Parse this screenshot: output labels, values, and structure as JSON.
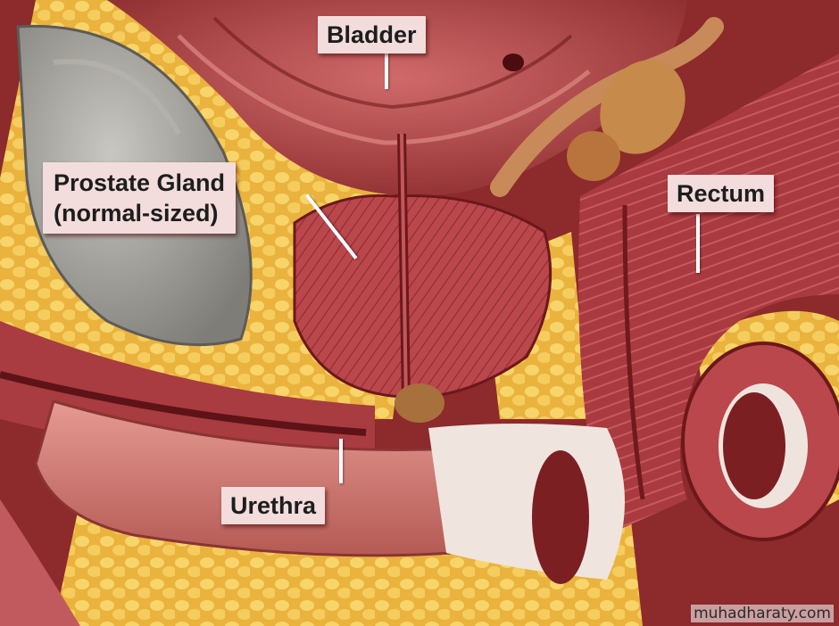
{
  "labels": {
    "bladder": "Bladder",
    "prostate_line1": "Prostate Gland",
    "prostate_line2": "(normal-sized)",
    "rectum": "Rectum",
    "urethra": "Urethra"
  },
  "watermark": "muhadharaty.com",
  "colors": {
    "tissue_dark": "#7a1c1c",
    "tissue_mid": "#b0464a",
    "tissue_light": "#d77b7a",
    "fat": "#f0c04a",
    "bone": "#9c9a96",
    "label_bg": "#f3dcdc"
  }
}
